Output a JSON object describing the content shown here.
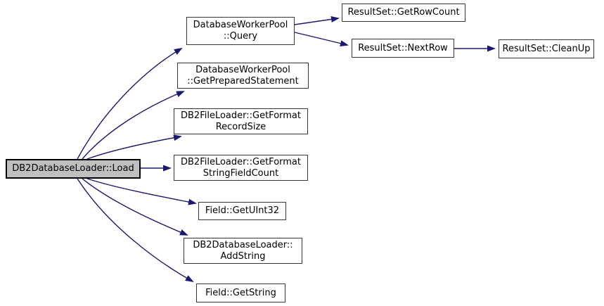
{
  "colors": {
    "edge": "#191970",
    "node_fill": "#ffffff",
    "node_border": "#353535",
    "highlight_fill": "#bfbfbf",
    "highlight_border": "#000000",
    "background": "#ffffff"
  },
  "diagram": {
    "type": "call-graph",
    "nodes": [
      {
        "id": "load",
        "label": "DB2DatabaseLoader::Load",
        "highlighted": true
      },
      {
        "id": "query",
        "label": "DatabaseWorkerPool\n::Query",
        "highlighted": false
      },
      {
        "id": "get-prepared-statement",
        "label": "DatabaseWorkerPool\n::GetPreparedStatement",
        "highlighted": false
      },
      {
        "id": "get-format-record-size",
        "label": "DB2FileLoader::GetFormat\nRecordSize",
        "highlighted": false
      },
      {
        "id": "get-format-string-field-count",
        "label": "DB2FileLoader::GetFormat\nStringFieldCount",
        "highlighted": false
      },
      {
        "id": "get-uint32",
        "label": "Field::GetUInt32",
        "highlighted": false
      },
      {
        "id": "add-string",
        "label": "DB2DatabaseLoader::\nAddString",
        "highlighted": false
      },
      {
        "id": "get-string",
        "label": "Field::GetString",
        "highlighted": false
      },
      {
        "id": "get-row-count",
        "label": "ResultSet::GetRowCount",
        "highlighted": false
      },
      {
        "id": "next-row",
        "label": "ResultSet::NextRow",
        "highlighted": false
      },
      {
        "id": "clean-up",
        "label": "ResultSet::CleanUp",
        "highlighted": false
      }
    ],
    "edges": [
      {
        "from": "DB2DatabaseLoader::Load",
        "to": "DatabaseWorkerPool::Query"
      },
      {
        "from": "DB2DatabaseLoader::Load",
        "to": "DatabaseWorkerPool::GetPreparedStatement"
      },
      {
        "from": "DB2DatabaseLoader::Load",
        "to": "DB2FileLoader::GetFormatRecordSize"
      },
      {
        "from": "DB2DatabaseLoader::Load",
        "to": "DB2FileLoader::GetFormatStringFieldCount"
      },
      {
        "from": "DB2DatabaseLoader::Load",
        "to": "Field::GetUInt32"
      },
      {
        "from": "DB2DatabaseLoader::Load",
        "to": "DB2DatabaseLoader::AddString"
      },
      {
        "from": "DB2DatabaseLoader::Load",
        "to": "Field::GetString"
      },
      {
        "from": "DatabaseWorkerPool::Query",
        "to": "ResultSet::GetRowCount"
      },
      {
        "from": "DatabaseWorkerPool::Query",
        "to": "ResultSet::NextRow"
      },
      {
        "from": "ResultSet::NextRow",
        "to": "ResultSet::CleanUp"
      }
    ]
  }
}
